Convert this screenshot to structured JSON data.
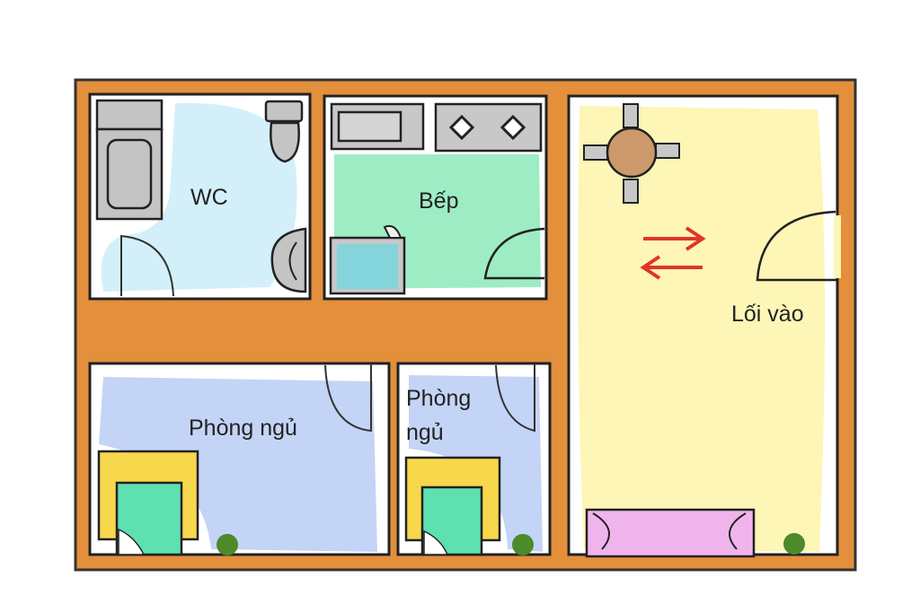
{
  "rooms": {
    "wc": {
      "label": "WC"
    },
    "kitchen": {
      "label": "Bếp"
    },
    "entrance": {
      "label": "Lối vào"
    },
    "bedroom_large": {
      "label": "Phòng ngủ"
    },
    "bedroom_small": {
      "label_line1": "Phòng",
      "label_line2": "ngủ"
    }
  },
  "colors": {
    "wall": "#e38f3c",
    "wc_floor": "#d3f0fa",
    "kitchen_floor": "#9eecc4",
    "entrance_floor": "#fdf6b6",
    "bedroom_floor": "#c4d4f6",
    "arrow": "#e0352b"
  }
}
